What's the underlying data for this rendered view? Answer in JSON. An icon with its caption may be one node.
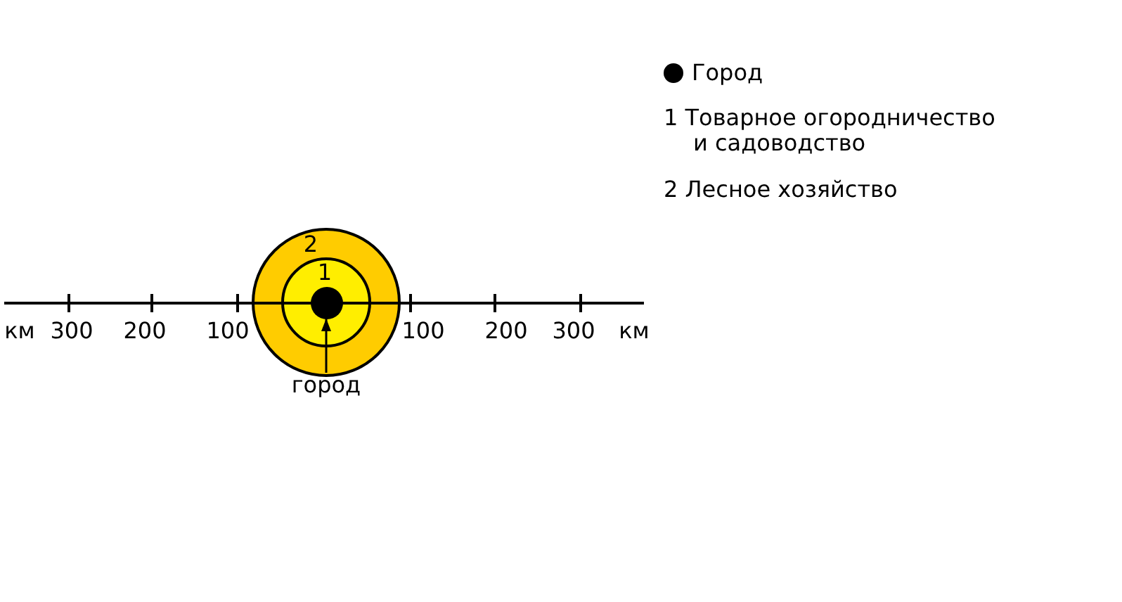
{
  "diagram": {
    "nodes": [
      {
        "text": [
          "2"
        ]
      },
      {
        "text": [
          "1"
        ],
        "in": 0
      },
      {
        "text": [],
        "shape": "circle",
        "in": 1
      },
      {
        "text": [
          "город"
        ]
      }
    ],
    "edges": [
      {
        "from": 3,
        "to": 2,
        "arrow": "to"
      }
    ],
    "labels": [
      "км",
      "300",
      "200",
      "100",
      "100",
      "200",
      "300",
      "км"
    ],
    "legend": [
      {
        "text": "Город"
      },
      {
        "text": "1 Товарное огородничество и садоводство"
      },
      {
        "text": "2 Лесное хозяйство"
      }
    ]
  }
}
